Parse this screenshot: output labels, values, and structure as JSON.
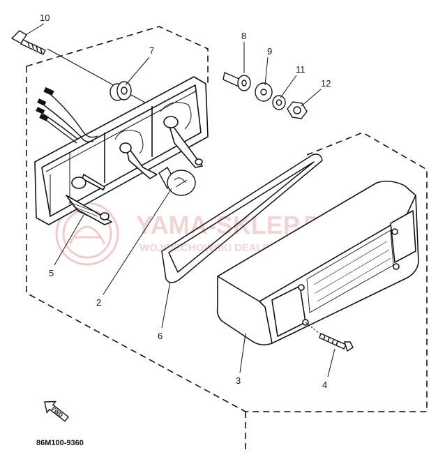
{
  "diagram": {
    "parts": [
      {
        "ref": "10"
      },
      {
        "ref": "7"
      },
      {
        "ref": "8"
      },
      {
        "ref": "9"
      },
      {
        "ref": "11"
      },
      {
        "ref": "12"
      },
      {
        "ref": "5"
      },
      {
        "ref": "2"
      },
      {
        "ref": "6"
      },
      {
        "ref": "3"
      },
      {
        "ref": "4"
      }
    ],
    "watermark": {
      "line1": "YAMA-SKLEP.PL",
      "line2": "WOJCIECHOWSKI DEALER YAMAHA"
    },
    "direction_arrow": "FWD",
    "drawing_code": "86M100-9360"
  },
  "colors": {
    "ink": "#111111",
    "watermark": "#e9b9b9"
  }
}
